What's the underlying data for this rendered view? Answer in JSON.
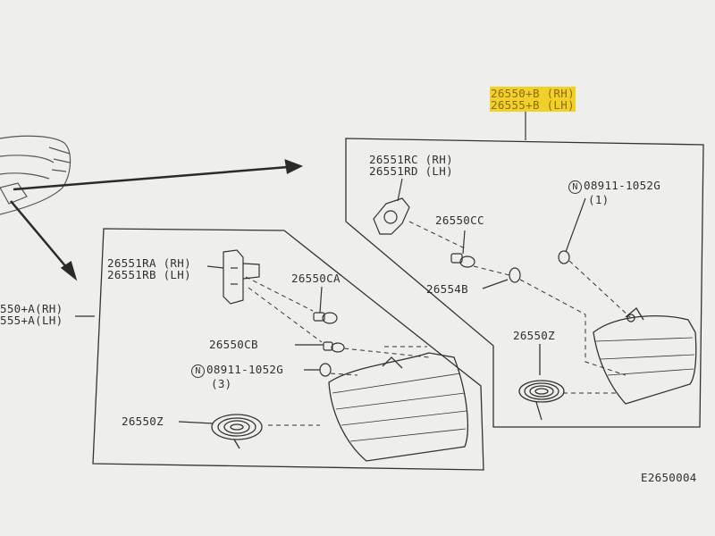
{
  "diagram": {
    "top_assembly": {
      "line1": "26550+B (RH)",
      "line2": "26555+B (LH)"
    },
    "left_assembly": {
      "line1": "550+A(RH)",
      "line2": "555+A(LH)"
    },
    "right_box": {
      "socket": {
        "line1": "26551RC (RH)",
        "line2": "26551RD (LH)"
      },
      "bulb": "26550CC",
      "grommet": "26554B",
      "nut_code": "08911-1052G",
      "nut_qty": "(1)",
      "harness": "26550Z"
    },
    "left_box": {
      "socket": {
        "line1": "26551RA (RH)",
        "line2": "26551RB (LH)"
      },
      "bulb1": "26550CA",
      "bulb2": "26550CB",
      "nut_code": "08911-1052G",
      "nut_qty": "(3)",
      "harness": "26550Z"
    },
    "figure_code": "E2650004"
  },
  "colors": {
    "highlight": "#f2d02a",
    "line": "#333333",
    "paper": "#eeeeea"
  }
}
